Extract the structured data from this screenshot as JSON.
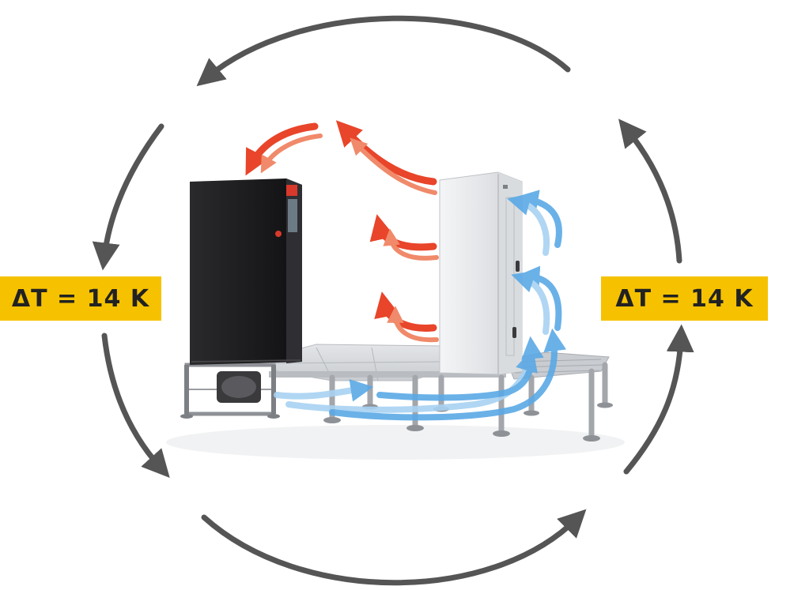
{
  "labels": {
    "left_delta_t": "ΔT = 14 K",
    "right_delta_t": "ΔT = 14 K"
  },
  "icons": {
    "cycle_arrows": "circular-flow-arrows",
    "hot_air": "red-warm-air-arrows",
    "cold_air": "blue-cool-air-arrows",
    "cooling_unit": "black-cooling-unit",
    "server_rack": "white-server-rack",
    "raised_floor": "raised-floor-platform"
  },
  "colors": {
    "badge": "#f6c200",
    "cycle_arrow": "#555555",
    "hot_air": "#e8452a",
    "hot_air_light": "#f08a6a",
    "cold_air": "#5aa9e6",
    "cold_air_light": "#a8d2f2",
    "cooling_unit": "#1c1c1e",
    "rack": "#e9eaec",
    "floor": "#d4d6d9"
  }
}
